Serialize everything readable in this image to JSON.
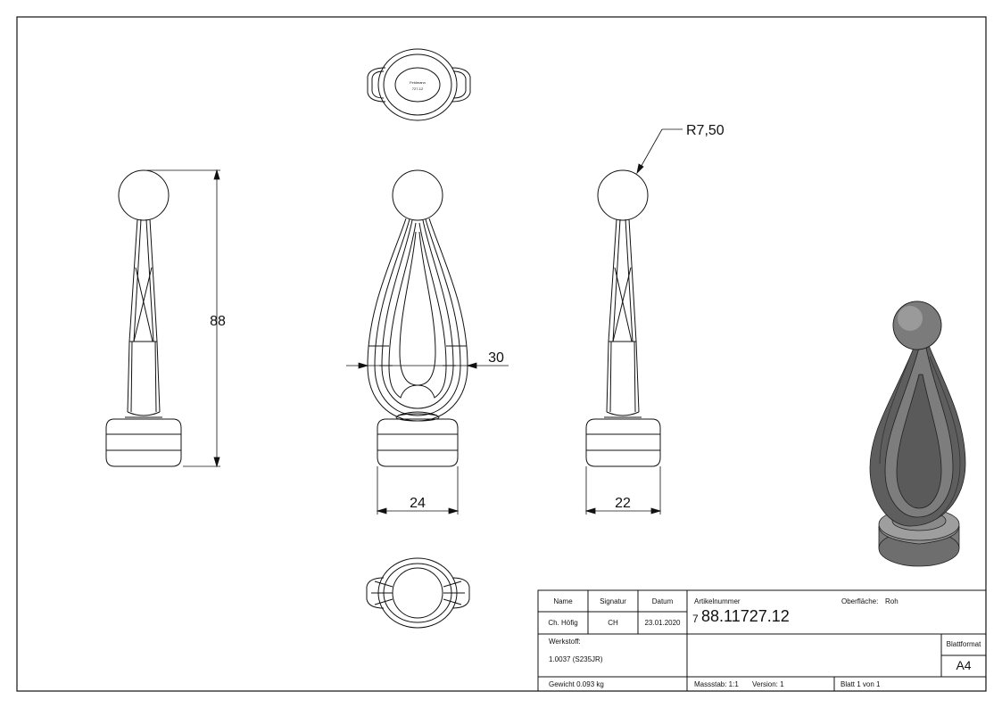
{
  "dimensions": {
    "height": "88",
    "width_front": "30",
    "base_width_front": "24",
    "base_width_side": "22",
    "radius": "R7,50"
  },
  "top_view_engraving": {
    "line1": "Feldmann",
    "line2": "727-12"
  },
  "title_block": {
    "header_name": "Name",
    "header_signature": "Signatur",
    "header_date": "Datum",
    "name": "Ch. Höfig",
    "signature": "CH",
    "date": "23.01.2020",
    "article_label": "Artikelnummer",
    "article_prefix": "7",
    "article_number": "88.11727.12",
    "surface_label": "Oberfläche:",
    "surface_value": "Roh",
    "material_label": "Werkstoff:",
    "material_value": "1.0037 (S235JR)",
    "weight": "Gewicht 0.093 kg",
    "scale": "Massstab: 1:1",
    "version": "Version: 1",
    "sheet": "Blatt 1 von 1",
    "format_label": "Blattformat",
    "format_value": "A4"
  },
  "colors": {
    "line": "#111111",
    "shade_dark": "#5a5a5a",
    "shade_mid": "#8c8c8c",
    "shade_light": "#b9b9b9"
  }
}
